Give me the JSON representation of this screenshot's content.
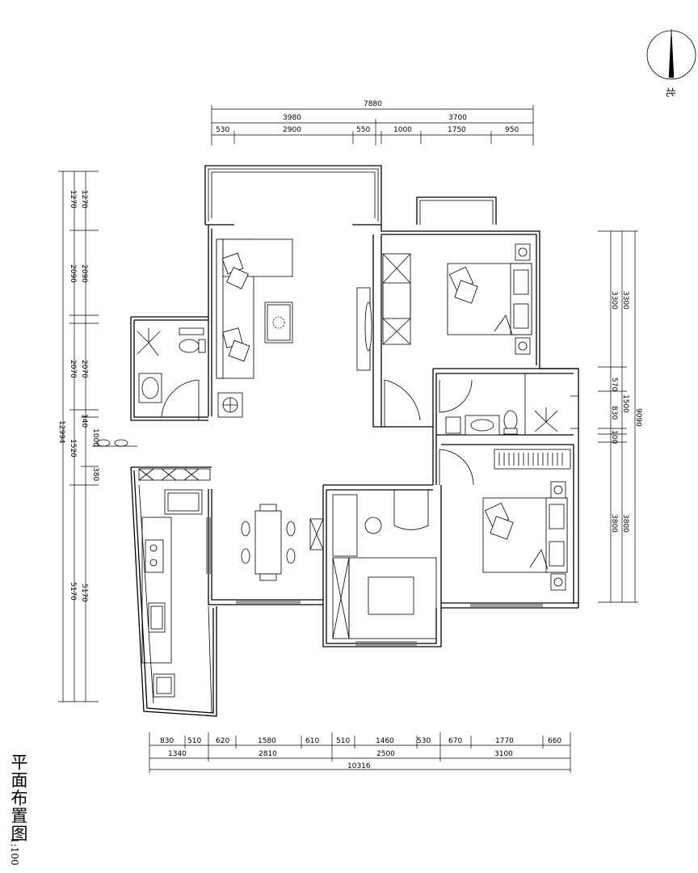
{
  "title": "平面布置图",
  "scale": "1:100",
  "north_label": "北",
  "dims": {
    "top": {
      "total": "7880",
      "left_total": "3980",
      "right_total": "3700",
      "segments": [
        "530",
        "2900",
        "550",
        "1000",
        "1750",
        "950"
      ]
    },
    "bottom": {
      "total": "10316",
      "mid": [
        "1340",
        "2810",
        "2500",
        "3100"
      ],
      "segments": [
        "830",
        "510",
        "620",
        "1580",
        "610",
        "510",
        "1460",
        "530",
        "670",
        "1770",
        "660"
      ]
    },
    "left": {
      "total": "12994",
      "outer": [
        "1270",
        "2090",
        "2070",
        "1520",
        "5170"
      ],
      "inner": [
        "1270",
        "2090",
        "2070",
        "140",
        "1000",
        "380",
        "5170"
      ]
    },
    "right": {
      "total": "9090",
      "outer": [
        "3300",
        "1500",
        "3800"
      ],
      "inner": [
        "3300",
        "570",
        "830",
        "100",
        "3800"
      ]
    }
  }
}
